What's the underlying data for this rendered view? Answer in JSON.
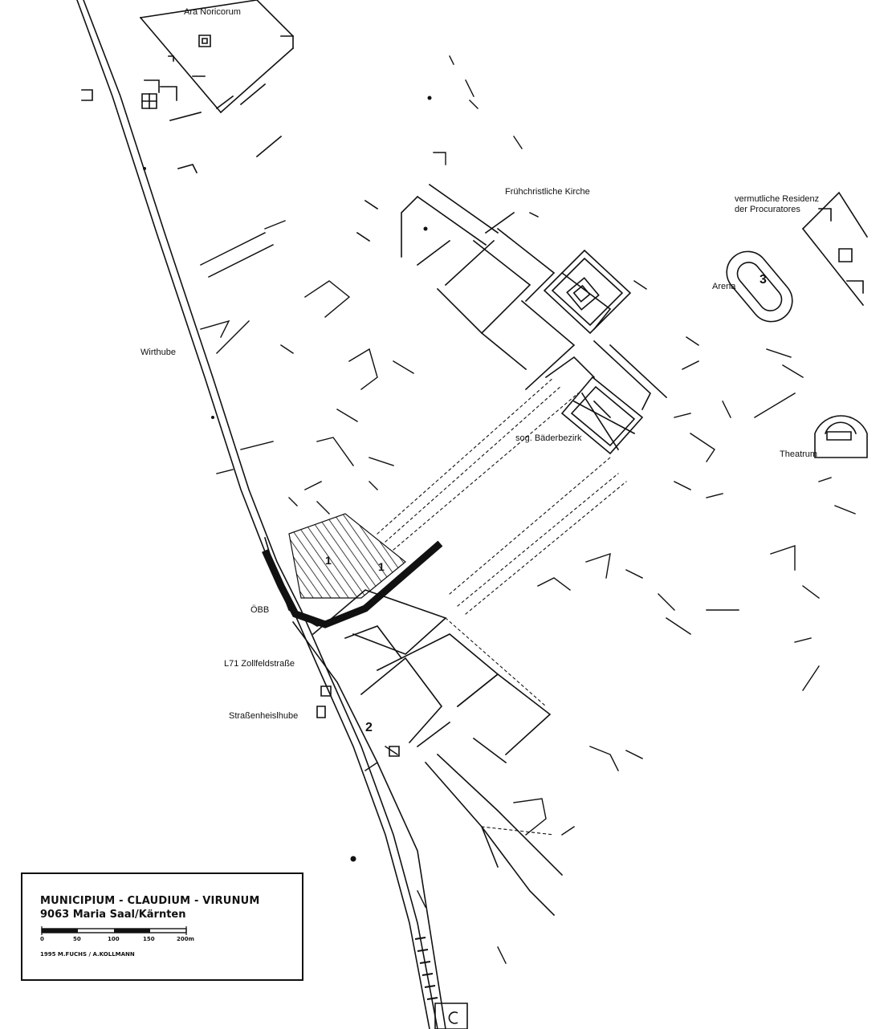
{
  "map": {
    "labels": {
      "ara_noricorum": "Ara Noricorum",
      "fruehchristliche_kirche": "Frühchristliche Kirche",
      "residenz_line1": "vermutliche Residenz",
      "residenz_line2": "der Procuratores",
      "arena": "Arena",
      "wirthube": "Wirthube",
      "baederbezirk": "sog. Bäderbezirk",
      "theatrum": "Theatrum",
      "oebb": "ÖBB",
      "zollfeldstrasse": "L71 Zollfeldstraße",
      "strassenheislhube": "Straßenheislhube"
    },
    "numbers": {
      "arena_number": "3",
      "site_1a": "1",
      "site_1b": "1",
      "site_2": "2"
    }
  },
  "legend": {
    "title": "MUNICIPIUM - CLAUDIUM - VIRUNUM",
    "subtitle": "9063 Maria Saal/Kärnten",
    "scale_ticks": [
      "0",
      "50",
      "100",
      "150",
      "200m"
    ],
    "credit": "1995  M.FUCHS / A.KOLLMANN"
  },
  "colors": {
    "ink": "#111111",
    "paper": "#ffffff"
  }
}
